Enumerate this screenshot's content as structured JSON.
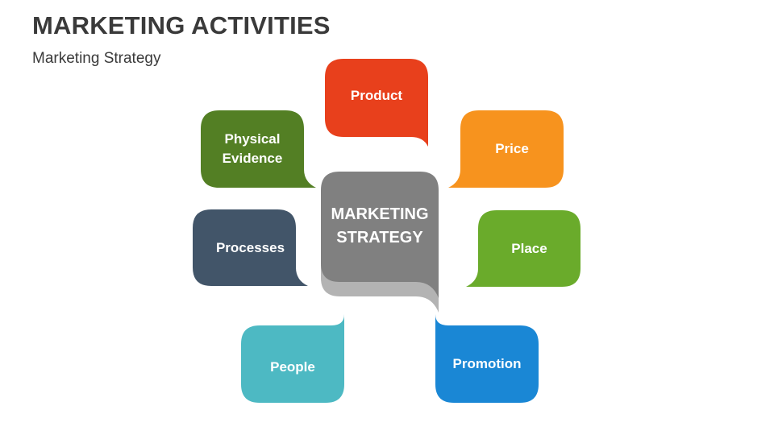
{
  "header": {
    "title": "MARKETING ACTIVITIES",
    "subtitle": "Marketing Strategy"
  },
  "center": {
    "label": "MARKETING\nSTRATEGY",
    "color": "#808080",
    "shadow_color": "#b3b3b3"
  },
  "items": {
    "product": {
      "label": "Product",
      "color": "#e8401c"
    },
    "price": {
      "label": "Price",
      "color": "#f7931e"
    },
    "place": {
      "label": "Place",
      "color": "#6aab2b"
    },
    "promotion": {
      "label": "Promotion",
      "color": "#1a87d5"
    },
    "people": {
      "label": "People",
      "color": "#4db9c3"
    },
    "processes": {
      "label": "Processes",
      "color": "#425569"
    },
    "physical_evidence": {
      "label": "Physical\nEvidence",
      "color": "#537f24"
    }
  }
}
